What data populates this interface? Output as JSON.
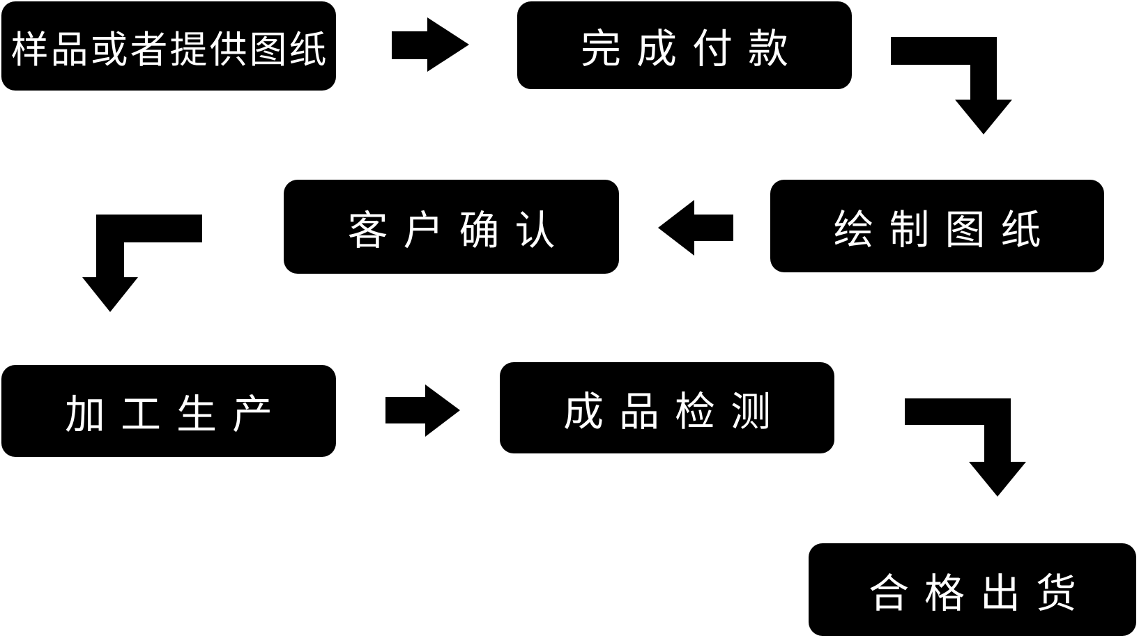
{
  "diagram": {
    "type": "flowchart",
    "colors": {
      "node_background": "#000000",
      "node_text": "#ffffff",
      "arrow": "#000000",
      "page_background": "#ffffff"
    },
    "nodes": [
      {
        "id": "sample-or-drawing",
        "label": "样品或者提供图纸"
      },
      {
        "id": "complete-payment",
        "label": "完成付款"
      },
      {
        "id": "customer-confirm",
        "label": "客户确认"
      },
      {
        "id": "draw-drawing",
        "label": "绘制图纸"
      },
      {
        "id": "processing-production",
        "label": "加工生产"
      },
      {
        "id": "product-inspection",
        "label": "成品检测"
      },
      {
        "id": "qualified-shipment",
        "label": "合格出货"
      }
    ],
    "flows": [
      {
        "from": "样品或者提供图纸",
        "to": "完成付款",
        "arrow": "right"
      },
      {
        "from": "完成付款",
        "to": "绘制图纸",
        "arrow": "elbow-right-down"
      },
      {
        "from": "绘制图纸",
        "to": "客户确认",
        "arrow": "left"
      },
      {
        "from": "客户确认",
        "to": "加工生产",
        "arrow": "elbow-left-down"
      },
      {
        "from": "加工生产",
        "to": "成品检测",
        "arrow": "right"
      },
      {
        "from": "成品检测",
        "to": "合格出货",
        "arrow": "elbow-right-down"
      }
    ]
  }
}
